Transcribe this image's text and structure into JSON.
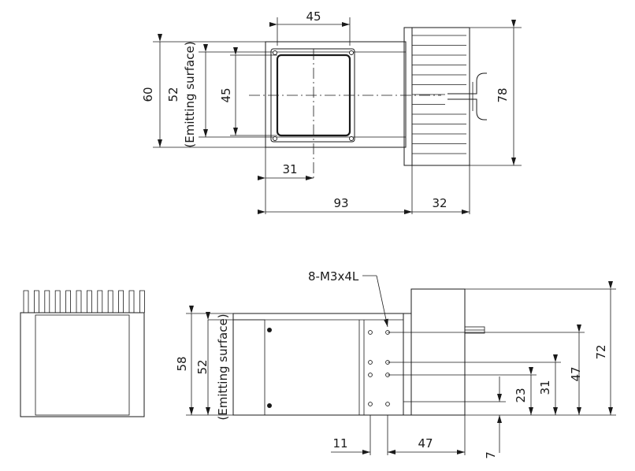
{
  "top_view": {
    "dim_width": "45",
    "dim_height_outer": "60",
    "dim_height_emit": "52",
    "emit_label": "(Emitting surface)",
    "dim_height_inner": "45",
    "dim_center": "31",
    "dim_body_length": "93",
    "dim_heatsink_length": "32",
    "dim_heatsink_height": "78"
  },
  "side_view": {
    "thread_callout": "8-M3x4L",
    "dim_height_outer": "58",
    "dim_height_emit": "52",
    "emit_label": "(Emitting surface)",
    "dim_holes_offset": "11",
    "dim_holes_to_end": "47",
    "dim_bottom": "7",
    "dim_hole_23": "23",
    "dim_hole_31": "31",
    "dim_hole_47": "47",
    "dim_total_height": "72"
  }
}
